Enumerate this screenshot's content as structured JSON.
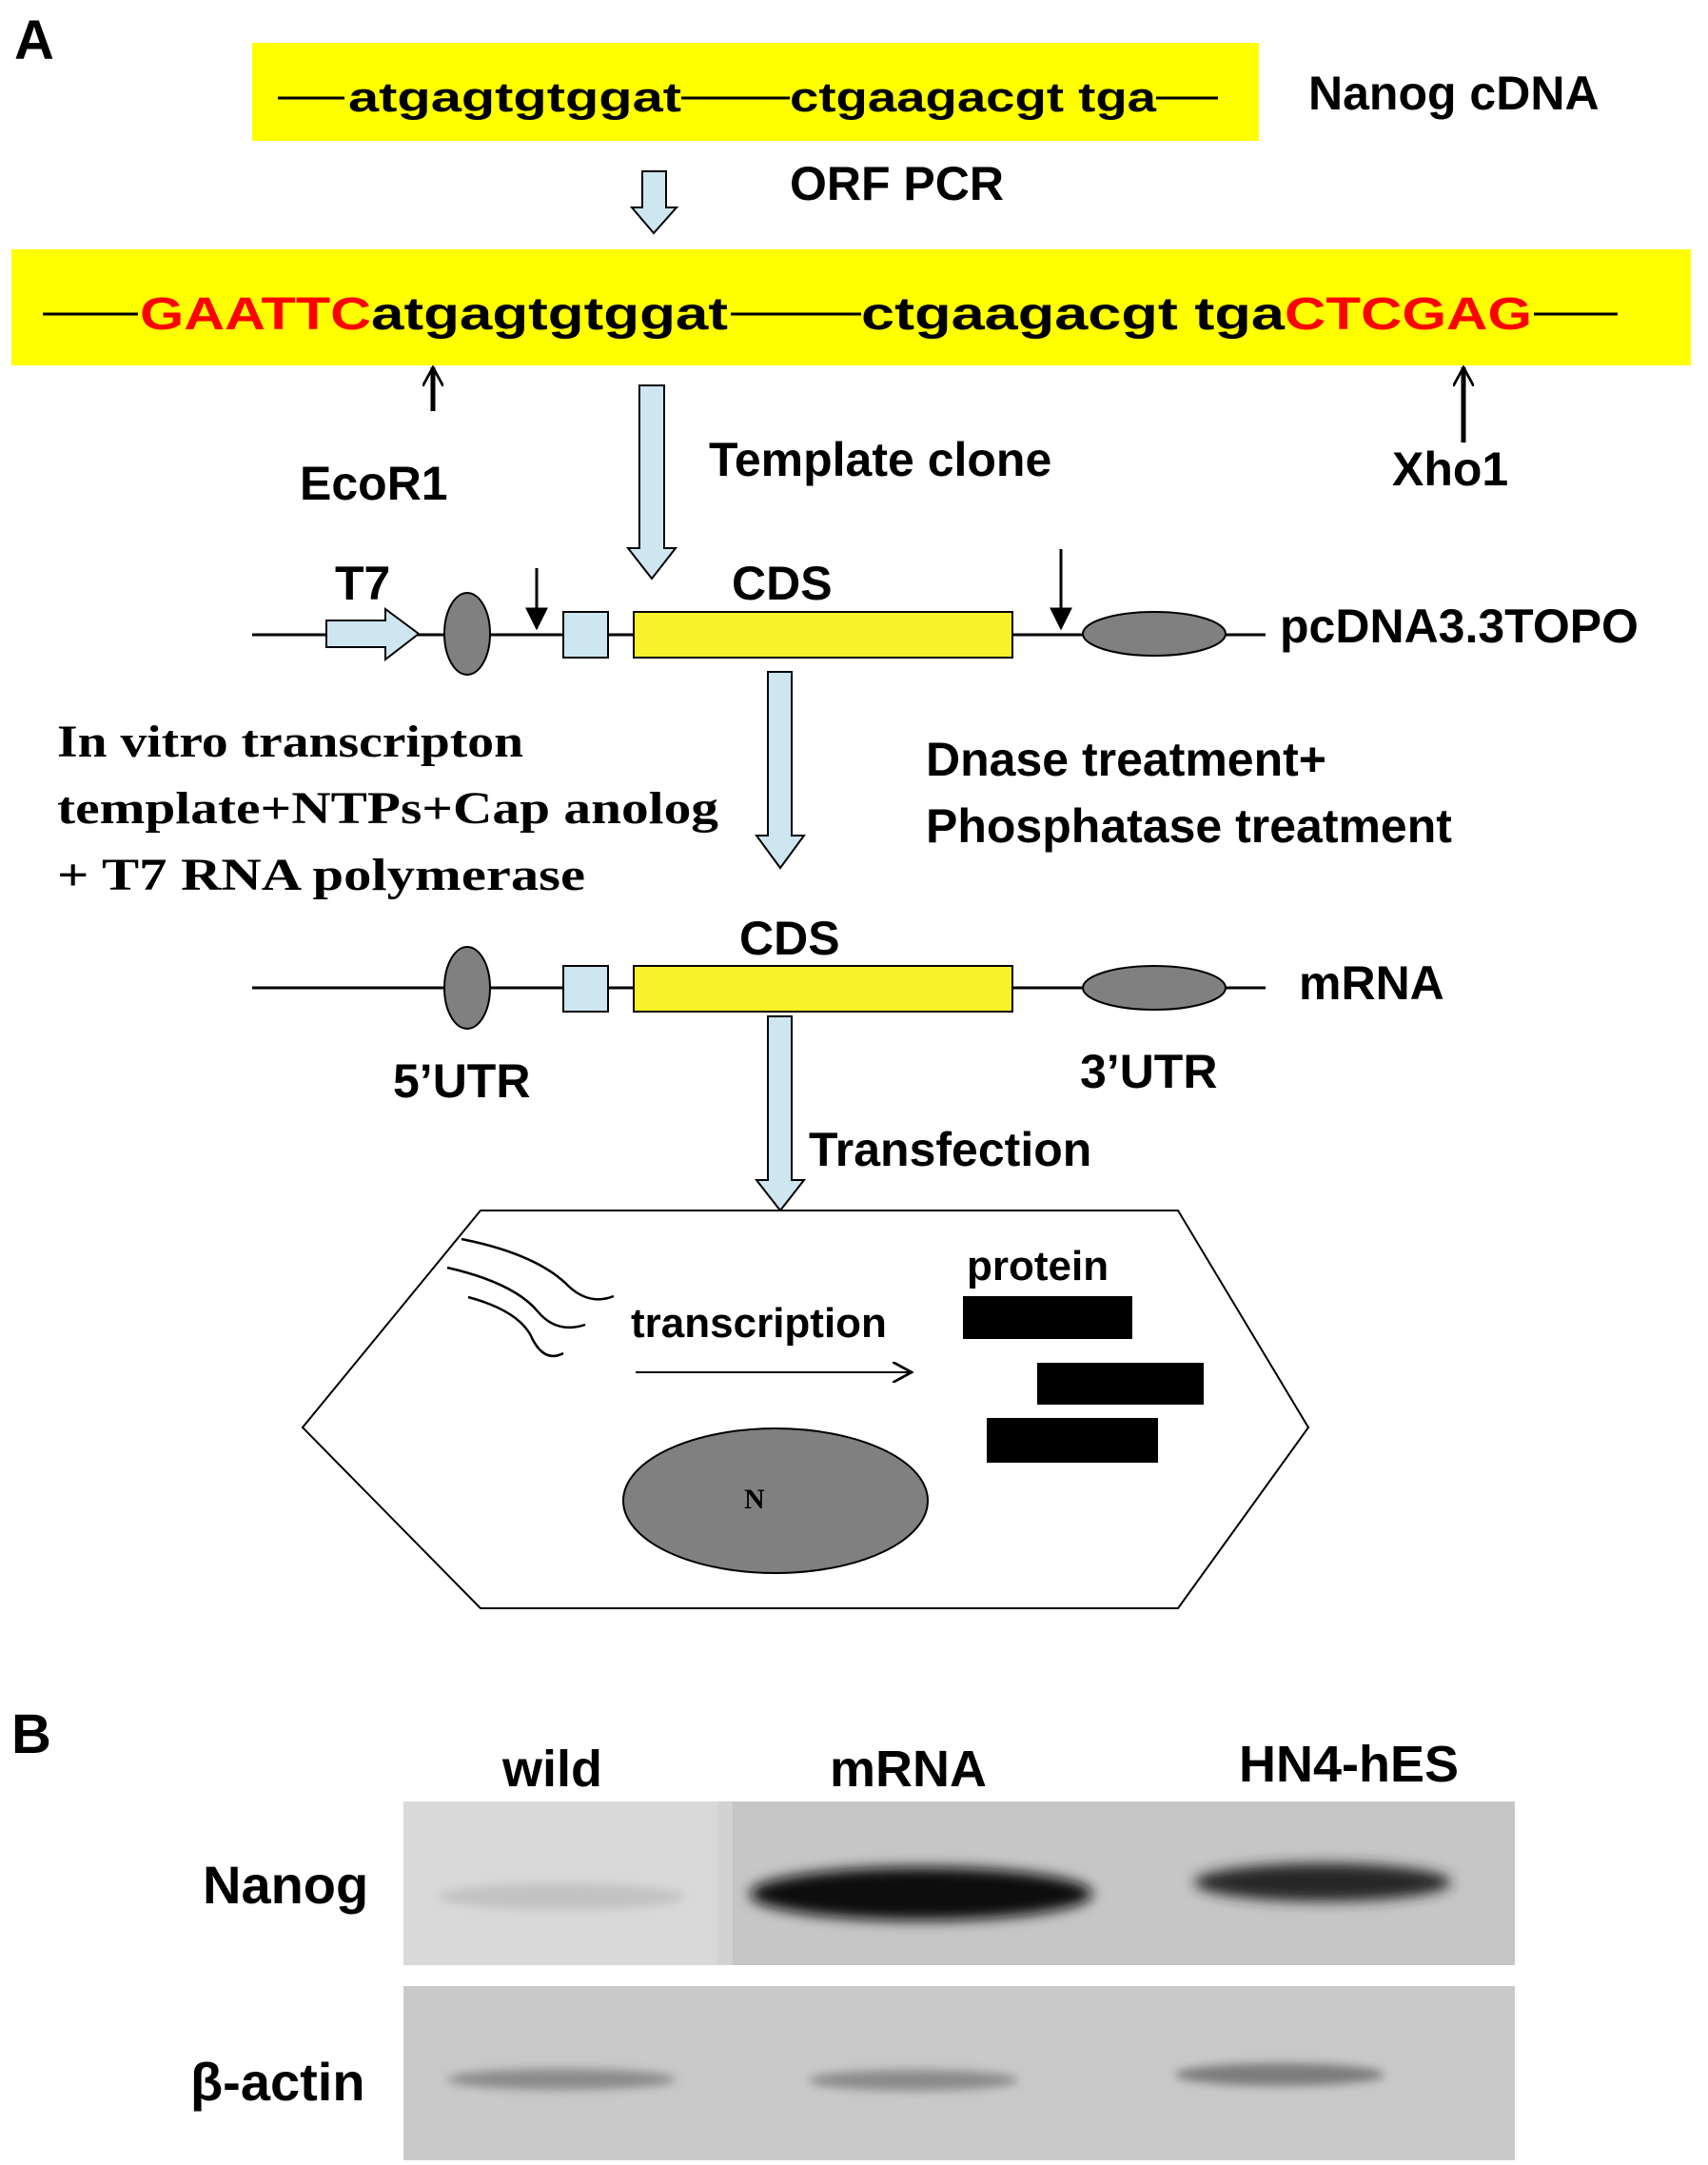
{
  "panel_a": {
    "label": "A",
    "cdna": {
      "seq_start": "atgagtgtggat",
      "seq_end": "ctgaagacgt tga",
      "label": "Nanog cDNA"
    },
    "step_orf": "ORF PCR",
    "pcr_product": {
      "site_left": "GAATTC",
      "seq_start": "atgagtgtggat",
      "seq_end_a": "ctgaagacgt tga",
      "site_right": "CTCGAG"
    },
    "site_left_label": "EcoR1",
    "site_right_label": "Xho1",
    "step_template": "Template clone",
    "vector": {
      "promoter_label": "T7",
      "cds_label": "CDS",
      "name": "pcDNA3.3TOPO"
    },
    "ivt_note": [
      "In vitro transcripton",
      "template+NTPs+Cap anolog",
      "+ T7 RNA polymerase"
    ],
    "treatment": [
      "Dnase treatment+",
      "Phosphatase treatment"
    ],
    "mrna": {
      "cds_label": "CDS",
      "name": "mRNA",
      "utr5": "5’UTR",
      "utr3": "3’UTR"
    },
    "step_transfection": "Transfection",
    "cell": {
      "protein_label": "protein",
      "arrow_label": "transcription",
      "nucleus_label": "N"
    },
    "colors": {
      "highlight": "#ffff00",
      "restriction_site": "#ff0000",
      "arrow_fill": "#cde6f0",
      "cds_fill": "#f7f22a",
      "element_grey": "#808080"
    }
  },
  "panel_b": {
    "label": "B",
    "lanes": [
      "wild",
      "mRNA",
      "HN4-hES"
    ],
    "rows": [
      "Nanog",
      "β-actin"
    ]
  }
}
